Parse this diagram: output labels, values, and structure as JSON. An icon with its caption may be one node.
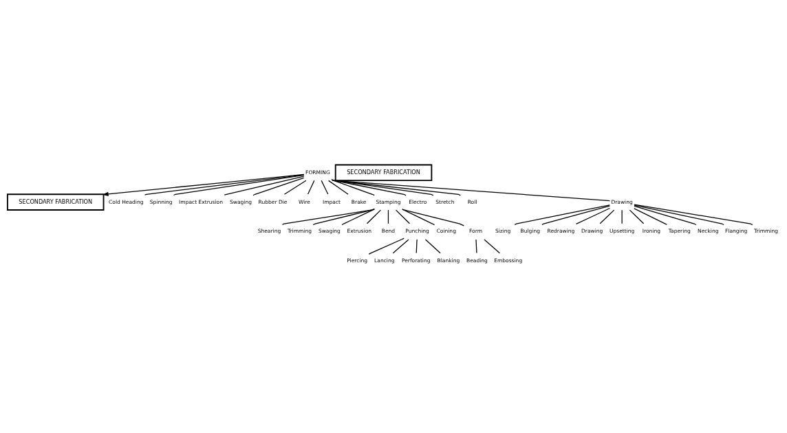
{
  "diagram": {
    "nodes": [
      {
        "text": [
          "SECONDARY FABRICATION"
        ]
      },
      {
        "text": [
          "SECONDARY FABRICATION"
        ]
      },
      {
        "text": [
          "FORMING"
        ]
      },
      {
        "text": [
          "Cold Heading"
        ]
      },
      {
        "text": [
          "Spinning"
        ]
      },
      {
        "text": [
          "Impact Extrusion"
        ]
      },
      {
        "text": [
          "Swaging"
        ]
      },
      {
        "text": [
          "Rubber Die"
        ]
      },
      {
        "text": [
          "Wire"
        ]
      },
      {
        "text": [
          "Impact"
        ]
      },
      {
        "text": [
          "Brake"
        ]
      },
      {
        "text": [
          "Stamping"
        ]
      },
      {
        "text": [
          "Electro"
        ]
      },
      {
        "text": [
          "Stretch"
        ]
      },
      {
        "text": [
          "Roll"
        ]
      },
      {
        "text": [
          "Drawing"
        ]
      },
      {
        "text": [
          "Shearing"
        ]
      },
      {
        "text": [
          "Trimming"
        ]
      },
      {
        "text": [
          "Swaging"
        ]
      },
      {
        "text": [
          "Extrusion"
        ]
      },
      {
        "text": [
          "Sizing"
        ]
      },
      {
        "text": [
          "Bulging"
        ]
      },
      {
        "text": [
          "Redrawing"
        ]
      },
      {
        "text": [
          "Drawing"
        ]
      },
      {
        "text": [
          "Bend"
        ]
      },
      {
        "text": [
          "Punching"
        ]
      },
      {
        "text": [
          "Coining"
        ]
      },
      {
        "text": [
          "Form"
        ]
      },
      {
        "text": [
          "Upsetting"
        ]
      },
      {
        "text": [
          "Ironing"
        ]
      },
      {
        "text": [
          "Tapering"
        ]
      },
      {
        "text": [
          "Piercing"
        ]
      },
      {
        "text": [
          "Lancing"
        ]
      },
      {
        "text": [
          "Beading"
        ]
      },
      {
        "text": [
          "Embossing"
        ]
      },
      {
        "text": [
          "Necking"
        ]
      },
      {
        "text": [
          "Flanging"
        ]
      },
      {
        "text": [
          "Trimming"
        ]
      },
      {
        "text": [
          "Perforating"
        ]
      },
      {
        "text": [
          "Blanking"
        ]
      }
    ],
    "edges": [
      {
        "from": 2,
        "to": 0,
        "arrow": "to"
      },
      {
        "from": 2,
        "to": 3,
        "arrow": "none"
      },
      {
        "from": 2,
        "to": 10,
        "arrow": "none"
      },
      {
        "from": 2,
        "to": 4,
        "arrow": "none"
      },
      {
        "from": 2,
        "to": 11,
        "arrow": "none"
      },
      {
        "from": 2,
        "to": 5,
        "arrow": "none"
      },
      {
        "from": 2,
        "to": 12,
        "arrow": "none"
      },
      {
        "from": 2,
        "to": 6,
        "arrow": "none"
      },
      {
        "from": 2,
        "to": 13,
        "arrow": "none"
      },
      {
        "from": 2,
        "to": 7,
        "arrow": "none"
      },
      {
        "from": 2,
        "to": 14,
        "arrow": "none"
      },
      {
        "from": 2,
        "to": 8,
        "arrow": "none"
      },
      {
        "from": 2,
        "to": 15,
        "arrow": "none"
      },
      {
        "from": 2,
        "to": 9,
        "arrow": "none"
      },
      {
        "from": 11,
        "to": 24,
        "arrow": "none"
      },
      {
        "from": 11,
        "to": 16,
        "arrow": "none"
      },
      {
        "from": 11,
        "to": 25,
        "arrow": "none"
      },
      {
        "from": 11,
        "to": 17,
        "arrow": "none"
      },
      {
        "from": 11,
        "to": 26,
        "arrow": "none"
      },
      {
        "from": 11,
        "to": 18,
        "arrow": "none"
      },
      {
        "from": 11,
        "to": 27,
        "arrow": "none"
      },
      {
        "from": 11,
        "to": 19,
        "arrow": "none"
      },
      {
        "from": 15,
        "to": 20,
        "arrow": "none"
      },
      {
        "from": 15,
        "to": 28,
        "arrow": "none"
      },
      {
        "from": 15,
        "to": 21,
        "arrow": "none"
      },
      {
        "from": 15,
        "to": 29,
        "arrow": "none"
      },
      {
        "from": 15,
        "to": 22,
        "arrow": "none"
      },
      {
        "from": 15,
        "to": 30,
        "arrow": "none"
      },
      {
        "from": 15,
        "to": 23,
        "arrow": "none"
      },
      {
        "from": 15,
        "to": 35,
        "arrow": "none"
      },
      {
        "from": 15,
        "to": 36,
        "arrow": "none"
      },
      {
        "from": 15,
        "to": 37,
        "arrow": "none"
      },
      {
        "from": 25,
        "to": 31,
        "arrow": "none"
      },
      {
        "from": 25,
        "to": 38,
        "arrow": "none"
      },
      {
        "from": 25,
        "to": 32,
        "arrow": "none"
      },
      {
        "from": 25,
        "to": 39,
        "arrow": "none"
      },
      {
        "from": 27,
        "to": 33,
        "arrow": "none"
      },
      {
        "from": 27,
        "to": 34,
        "arrow": "none"
      }
    ]
  }
}
